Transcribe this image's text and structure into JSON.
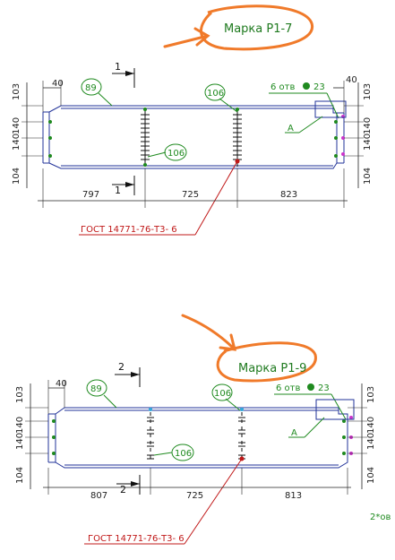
{
  "drawings": [
    {
      "title": "Марка Р1-7",
      "section_mark": "1",
      "balloon_left": "89",
      "balloon_top": "106",
      "balloon_bottom": "106",
      "weld_note": "6 отв",
      "weld_num": "23",
      "detail_label": "А",
      "gost": "ГОСТ 14771-76-Т3- 6",
      "dim_top": "40",
      "dim_top_right": "40",
      "dims_bottom": [
        "797",
        "725",
        "823"
      ],
      "dims_left": [
        "103",
        "140",
        "140",
        "104"
      ],
      "dims_right": [
        "103",
        "140",
        "140",
        "104"
      ]
    },
    {
      "title": "Марка Р1-9",
      "section_mark": "2",
      "balloon_left": "89",
      "balloon_top": "106",
      "balloon_bottom": "106",
      "weld_note": "6 отв",
      "weld_num": "23",
      "detail_label": "А",
      "gost": "ГОСТ 14771-76-Т3- 6",
      "dim_top": "40",
      "dims_bottom": [
        "807",
        "725",
        "813"
      ],
      "dims_left": [
        "103",
        "140",
        "140",
        "104"
      ],
      "dims_right": [
        "103",
        "140",
        "140",
        "104"
      ]
    }
  ],
  "corner_note": "2*ов"
}
